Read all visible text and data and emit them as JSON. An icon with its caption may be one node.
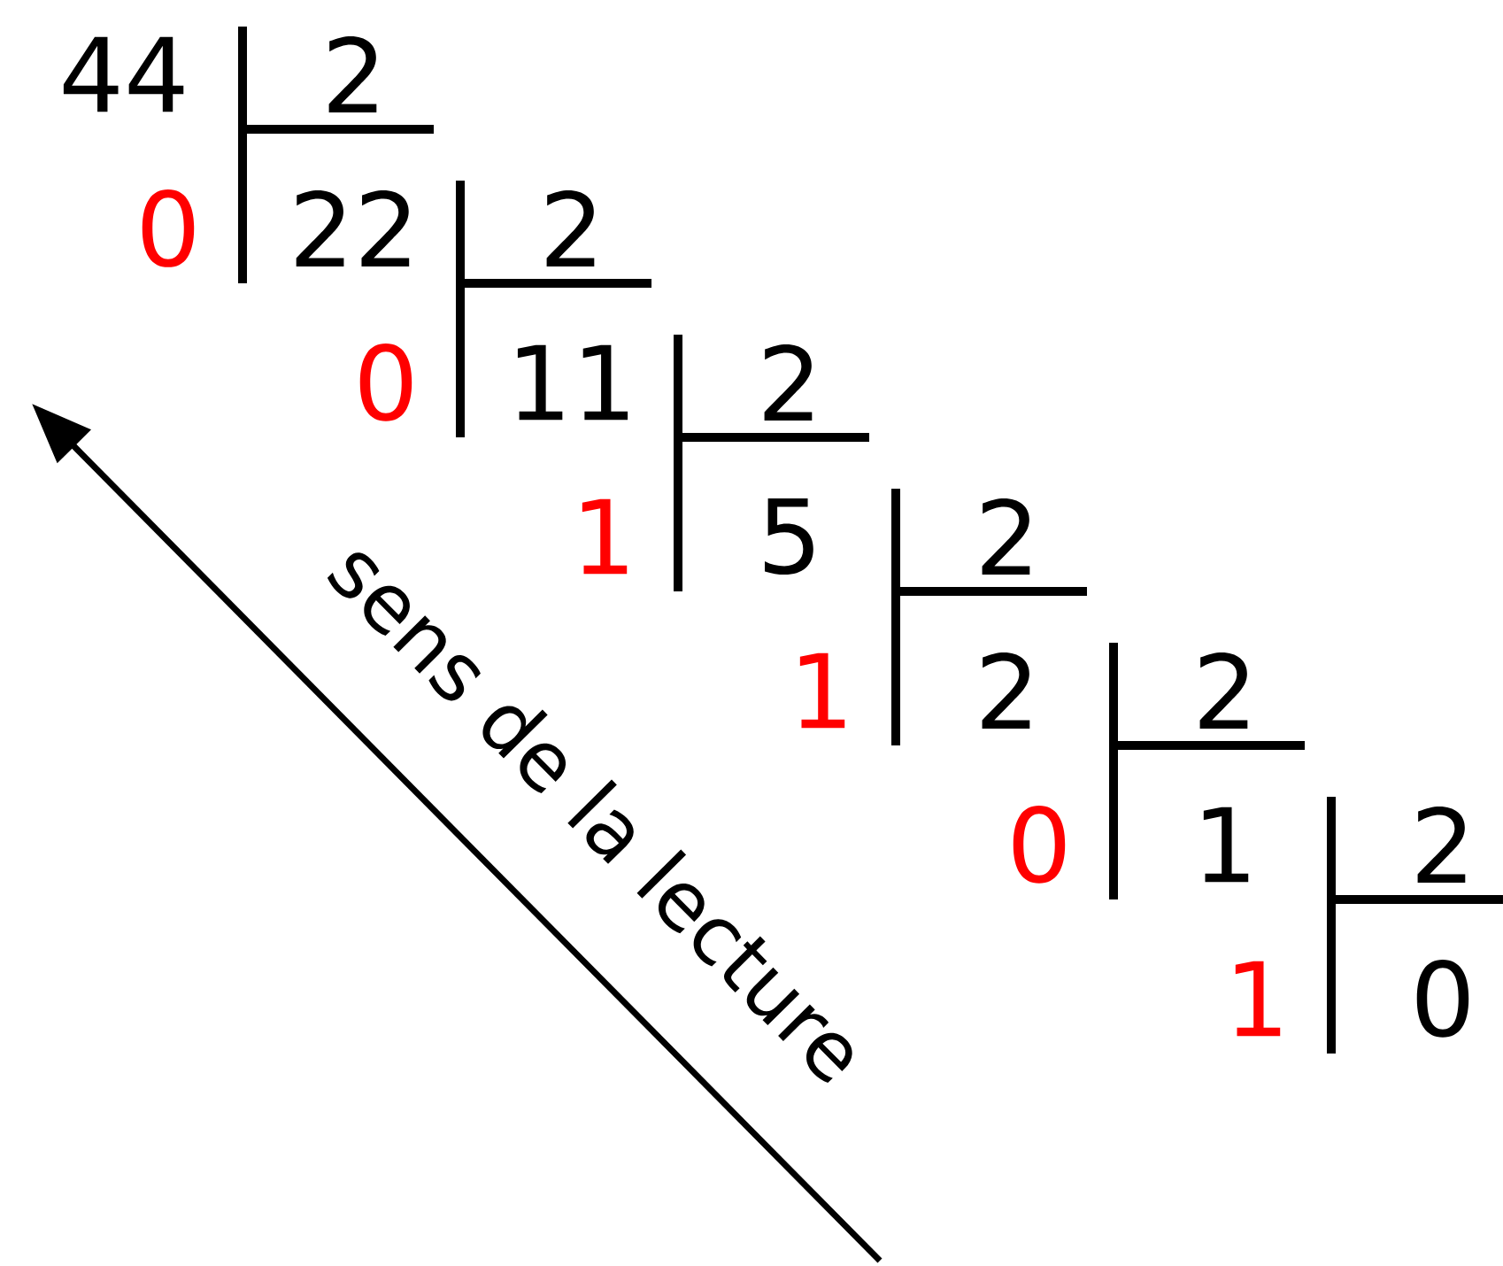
{
  "diagram": {
    "labels": [
      "44",
      "2",
      "0",
      "22",
      "2",
      "0",
      "11",
      "2",
      "1",
      "5",
      "2",
      "1",
      "2",
      "2",
      "0",
      "1",
      "2",
      "1",
      "0",
      "sens de la lecture"
    ]
  }
}
